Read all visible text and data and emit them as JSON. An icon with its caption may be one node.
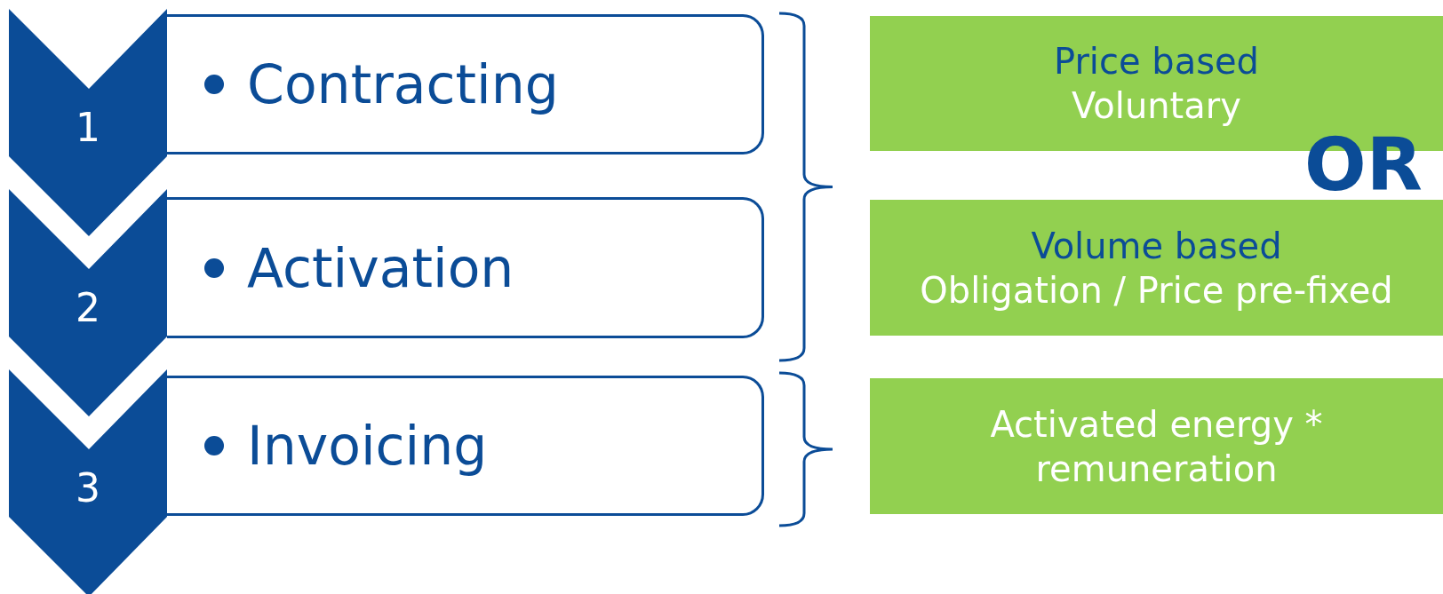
{
  "diagram": {
    "nodes": [
      {
        "text": [
          "1"
        ]
      },
      {
        "text": [
          "Contracting"
        ]
      },
      {
        "text": [
          "2"
        ]
      },
      {
        "text": [
          "Activation"
        ]
      },
      {
        "text": [
          "3"
        ]
      },
      {
        "text": [
          "Invoicing"
        ]
      },
      {
        "text": [
          "Price based",
          "Voluntary"
        ]
      },
      {
        "text": [
          "Volume based",
          "Obligation / Price pre-fixed"
        ]
      },
      {
        "text": [
          "Activated energy * remuneration"
        ]
      }
    ],
    "edges": [],
    "labels": [
      "OR"
    ]
  }
}
